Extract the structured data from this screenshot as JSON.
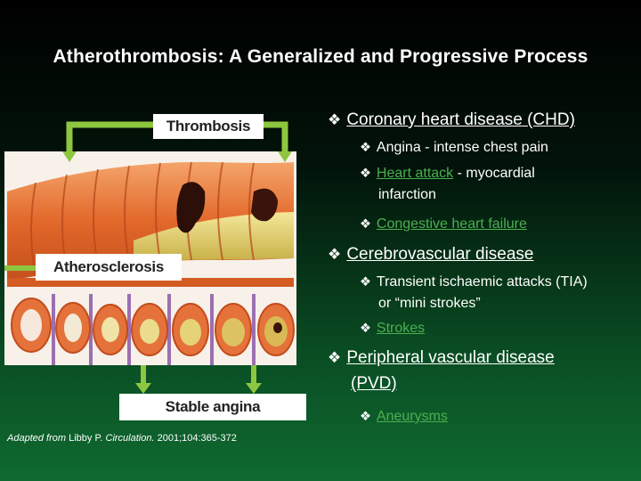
{
  "title": "Atherothrombosis: A Generalized and Progressive Process",
  "figure": {
    "labels": {
      "thrombosis": "Thrombosis",
      "atherosclerosis": "Atherosclerosis",
      "stable_angina": "Stable angina"
    },
    "credit": {
      "prefix": "Adapted from",
      "authors": "Libby P.",
      "journal": "Circulation.",
      "citation": "2001;104:365-372"
    }
  },
  "bullets": {
    "marker": "❖",
    "chd": {
      "heading": "Coronary heart disease (CHD)",
      "angina": "Angina - intense chest pain",
      "heart_attack_link": "Heart attack",
      "heart_attack_rest": " - myocardial",
      "heart_attack_rest2": "infarction",
      "chf_link": "Congestive heart failure"
    },
    "cvd": {
      "heading": "Cerebrovascular disease",
      "tia_line1": "Transient ischaemic attacks (TIA)",
      "tia_line2": "or “mini strokes”",
      "strokes_link": "Strokes"
    },
    "pvd": {
      "heading_line1": "Peripheral vascular disease",
      "heading_line2": "(PVD)",
      "aneurysms_link": "Aneurysms"
    }
  }
}
